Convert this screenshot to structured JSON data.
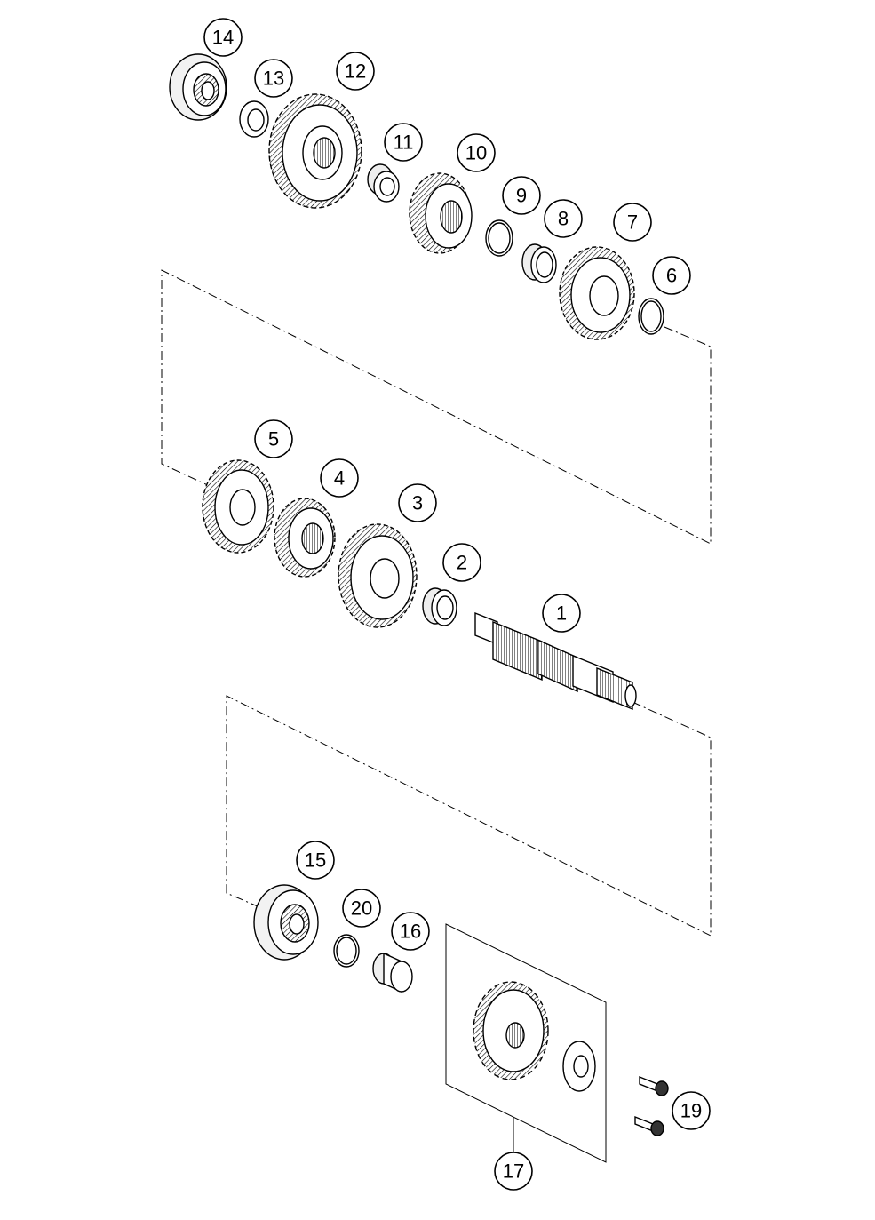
{
  "diagram": {
    "callouts": [
      "1",
      "2",
      "3",
      "4",
      "5",
      "6",
      "7",
      "8",
      "9",
      "10",
      "11",
      "12",
      "13",
      "14",
      "15",
      "16",
      "17",
      "19",
      "20"
    ]
  }
}
